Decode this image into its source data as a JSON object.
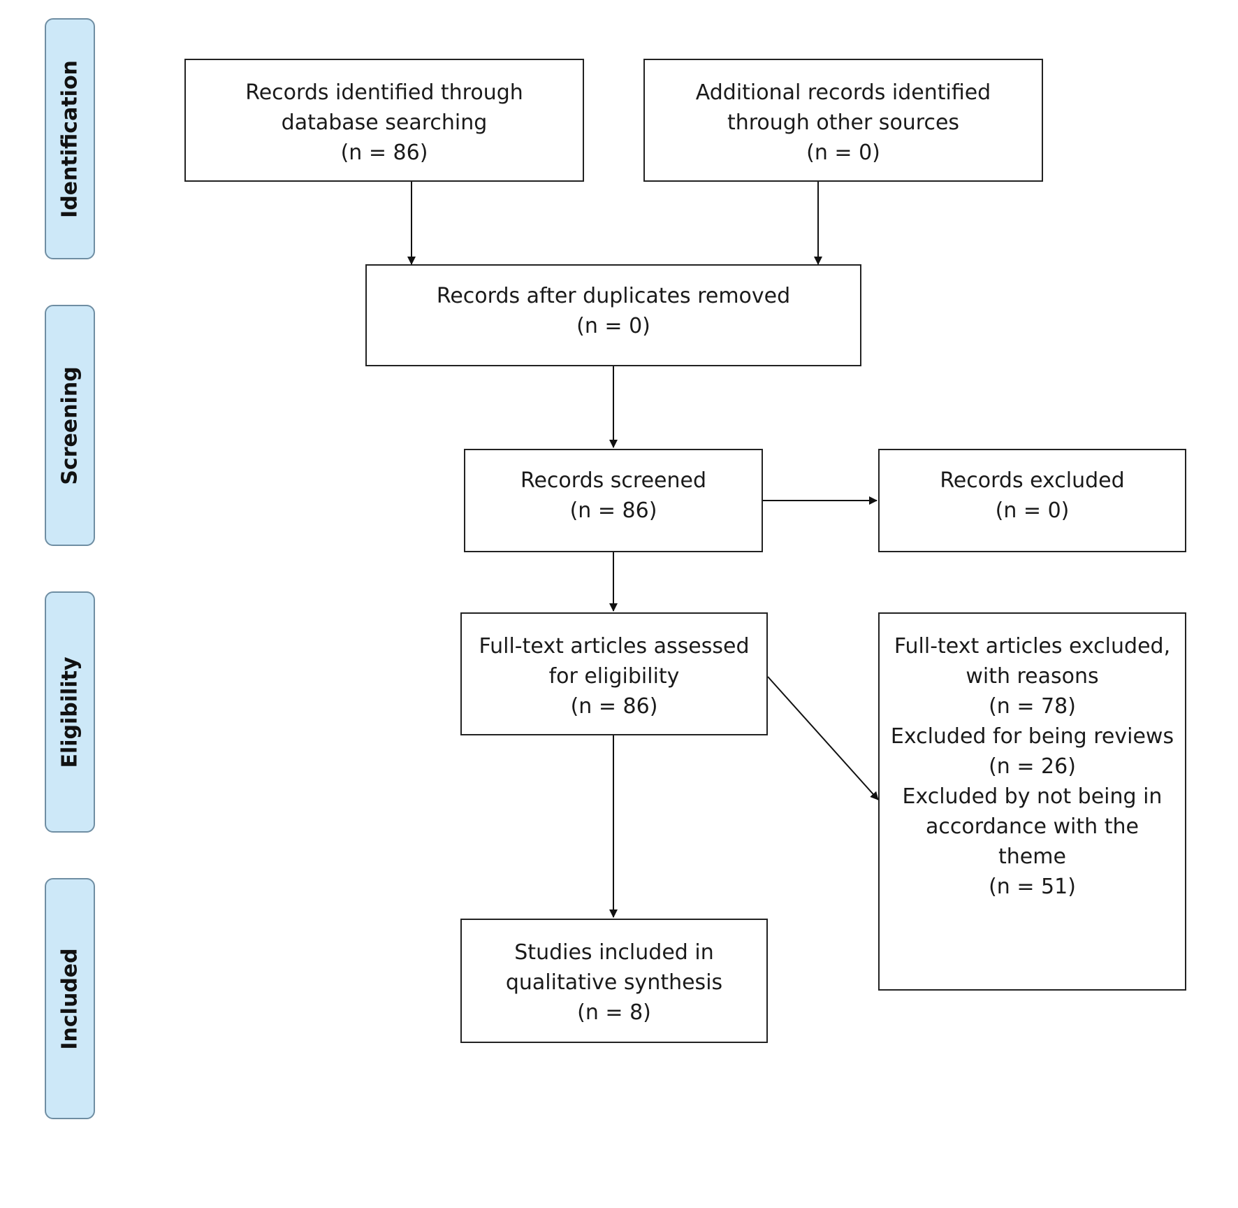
{
  "phases": {
    "identification": "Identification",
    "screening": "Screening",
    "eligibility": "Eligibility",
    "included": "Included"
  },
  "boxes": {
    "database_search": {
      "lines": [
        "Records identified through",
        "database searching",
        "(n = 86)"
      ],
      "count": 86
    },
    "other_sources": {
      "lines": [
        "Additional records identified",
        "through other sources",
        "(n = 0)"
      ],
      "count": 0
    },
    "after_duplicates": {
      "lines": [
        "Records after duplicates removed",
        "(n = 0)"
      ],
      "count": 0
    },
    "screened": {
      "lines": [
        "Records screened",
        "(n = 86)"
      ],
      "count": 86
    },
    "excluded": {
      "lines": [
        "Records excluded",
        "(n = 0)"
      ],
      "count": 0
    },
    "fulltext_assessed": {
      "lines": [
        "Full-text articles assessed",
        "for eligibility",
        "(n = 86)"
      ],
      "count": 86
    },
    "fulltext_excluded": {
      "lines": [
        "Full-text articles excluded,",
        "with reasons",
        "(n = 78)",
        "Excluded for being reviews",
        "(n = 26)",
        "Excluded by not being in",
        "accordance with the",
        "theme",
        "(n = 51)"
      ],
      "count": 78
    },
    "included_studies": {
      "lines": [
        "Studies included in",
        "qualitative synthesis",
        "(n = 8)"
      ],
      "count": 8
    }
  },
  "colors": {
    "phase_fill": "#cde8f8",
    "phase_border": "#6f8ea3",
    "box_border": "#222222",
    "arrow": "#111111"
  }
}
